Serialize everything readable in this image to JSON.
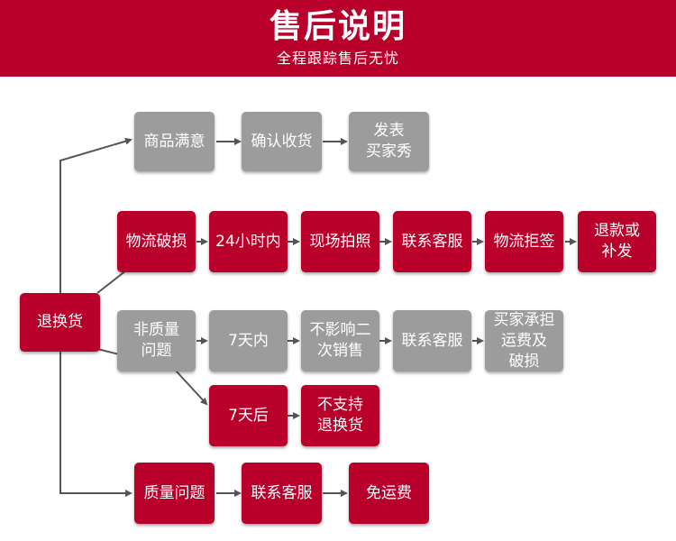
{
  "header": {
    "title": "售后说明",
    "subtitle": "全程跟踪售后无忧"
  },
  "colors": {
    "red": "#b8002a",
    "gray": "#9c9c9c",
    "line": "#555555"
  },
  "diagram": {
    "root": "退换货",
    "row1": [
      "商品满意",
      "确认收货",
      "发表\n买家秀"
    ],
    "row2": [
      "物流破损",
      "24小时内",
      "现场拍照",
      "联系客服",
      "物流拒签",
      "退款或\n补发"
    ],
    "row3": [
      "非质量\n问题",
      "7天内",
      "不影响二\n次销售",
      "联系客服",
      "买家承担\n运费及\n破损"
    ],
    "row4": [
      "7天后",
      "不支持\n退换货"
    ],
    "row5": [
      "质量问题",
      "联系客服",
      "免运费"
    ]
  }
}
